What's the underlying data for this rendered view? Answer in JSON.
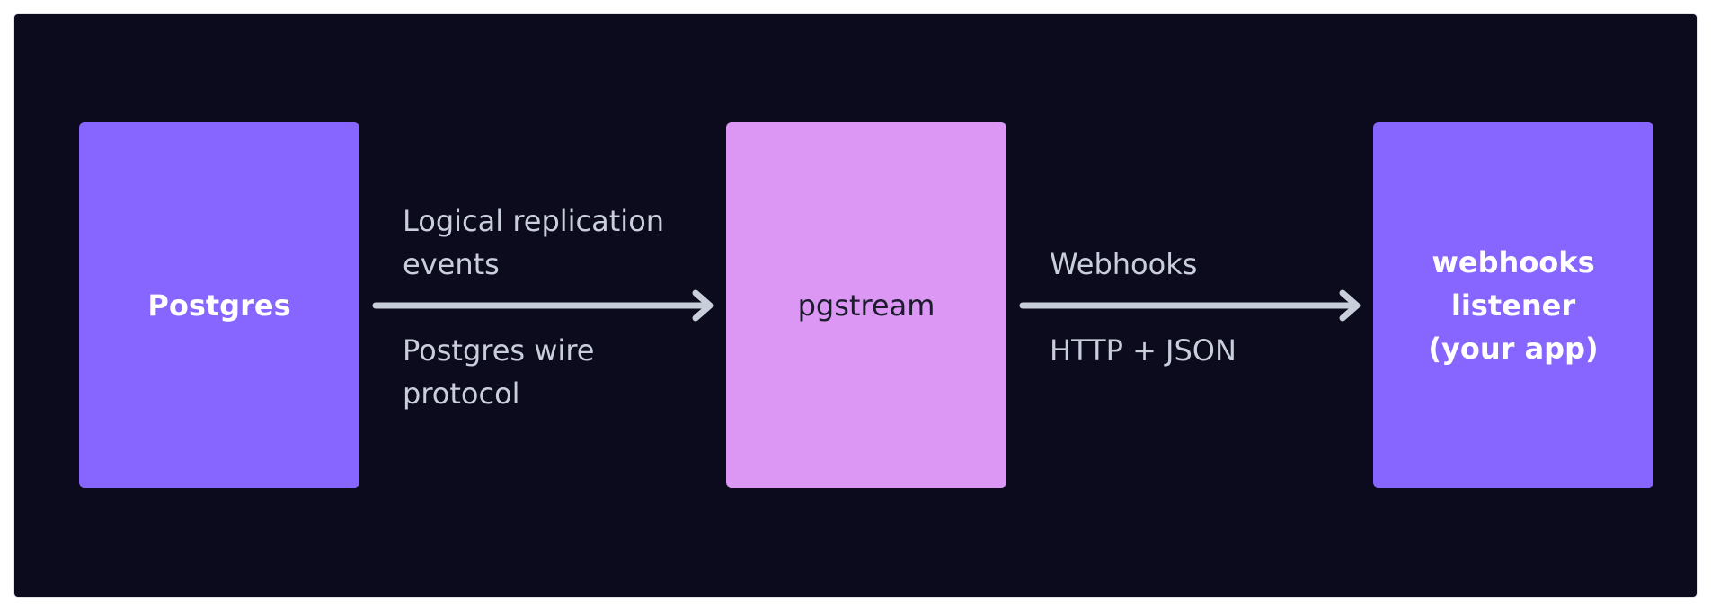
{
  "diagram": {
    "nodes": [
      {
        "id": "postgres",
        "label": "Postgres",
        "color": "#8766ff"
      },
      {
        "id": "pgstream",
        "label": "pgstream",
        "color": "#db97f3"
      },
      {
        "id": "listener",
        "label": "webhooks\nlistener\n(your app)",
        "color": "#8766ff"
      }
    ],
    "edges": [
      {
        "from": "postgres",
        "to": "pgstream",
        "label_top": "Logical replication\nevents",
        "label_bottom": "Postgres wire\nprotocol"
      },
      {
        "from": "pgstream",
        "to": "listener",
        "label_top": "Webhooks",
        "label_bottom": "HTTP + JSON"
      }
    ]
  },
  "colors": {
    "background": "#0c0b1d",
    "arrow": "#c9cedb",
    "edge_text": "#c9cedb"
  }
}
